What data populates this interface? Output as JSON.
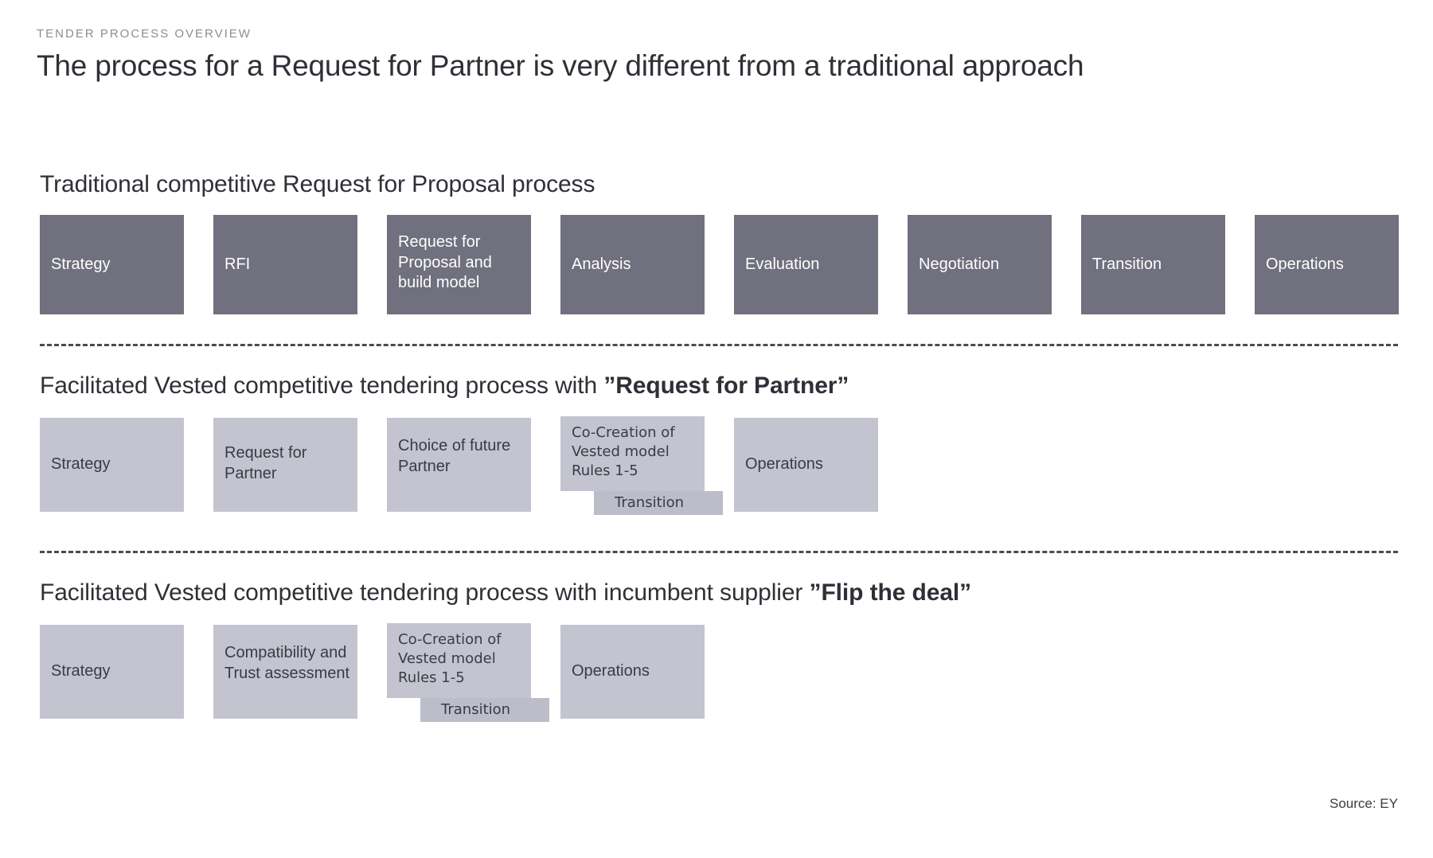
{
  "header": {
    "eyebrow": "TENDER PROCESS OVERVIEW",
    "title": "The process for a Request for Partner is very different from a traditional approach"
  },
  "colors": {
    "dark_box": "#70707e",
    "light_box": "#c3c4cf",
    "transition_box": "#bcbdc9",
    "text_dark": "#2f3037",
    "eyebrow": "#8b8c98",
    "divider": "#4a4b55",
    "background": "#ffffff"
  },
  "sections": [
    {
      "heading": "Traditional competitive Request for Proposal process",
      "heading_plain": "Traditional competitive Request for Proposal process",
      "heading_strong": "",
      "style": "dark",
      "steps": [
        {
          "label": "Strategy"
        },
        {
          "label": "RFI"
        },
        {
          "label": "Request for Proposal and build model"
        },
        {
          "label": "Analysis"
        },
        {
          "label": "Evaluation"
        },
        {
          "label": "Negotiation"
        },
        {
          "label": "Transition"
        },
        {
          "label": "Operations"
        }
      ]
    },
    {
      "heading": "Facilitated Vested competitive tendering process with ”Request for Partner”",
      "heading_plain": "Facilitated Vested competitive tendering process with ",
      "heading_strong": "”Request for Partner”",
      "style": "light",
      "steps": [
        {
          "label": "Strategy"
        },
        {
          "label": "Request for Partner"
        },
        {
          "label": "Choice of future Partner"
        },
        {
          "label": "Co-Creation of Vested model Rules 1-5"
        },
        {
          "label": "Operations"
        }
      ],
      "overlay": {
        "label": "Transition"
      }
    },
    {
      "heading": "Facilitated Vested competitive tendering process with incumbent supplier ”Flip the deal”",
      "heading_plain": "Facilitated Vested competitive tendering process with incumbent supplier ",
      "heading_strong": "”Flip the deal”",
      "style": "light",
      "steps": [
        {
          "label": "Strategy"
        },
        {
          "label": "Compatibility and Trust assessment"
        },
        {
          "label": "Co-Creation of Vested model Rules 1-5"
        },
        {
          "label": "Operations"
        }
      ],
      "overlay": {
        "label": "Transition"
      }
    }
  ],
  "footer": {
    "source": "Source: EY"
  }
}
